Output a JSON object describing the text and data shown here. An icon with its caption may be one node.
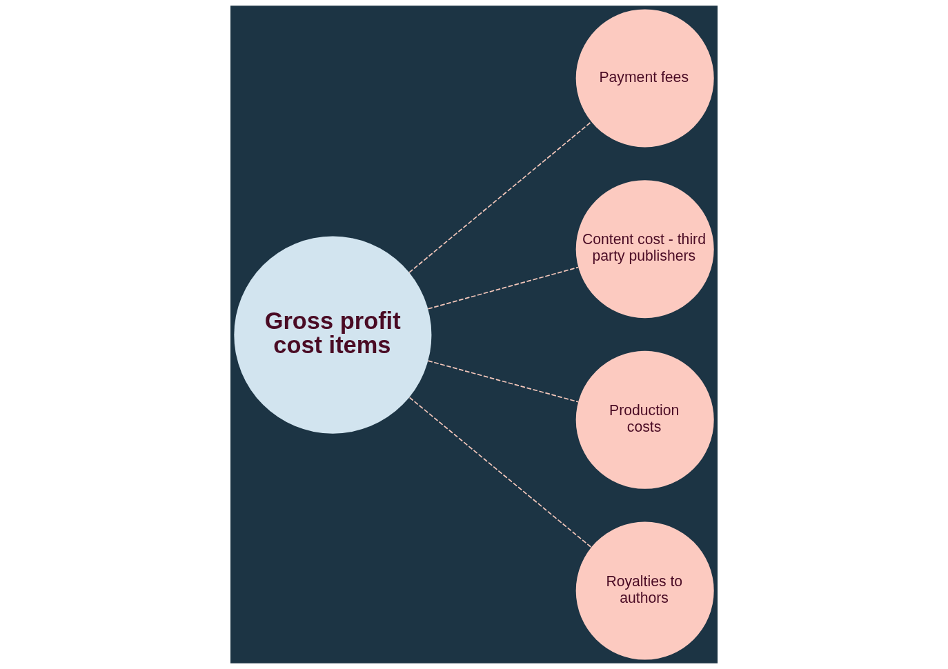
{
  "diagram": {
    "nodes": [
      {
        "text": [
          "Gross profit cost items"
        ]
      },
      {
        "text": [
          "Payment fees"
        ]
      },
      {
        "text": [
          "Content cost - third party publishers"
        ]
      },
      {
        "text": [
          "Production costs"
        ]
      },
      {
        "text": [
          "Royalties to authors"
        ]
      }
    ],
    "edges": [
      {
        "from": 0,
        "to": 1,
        "arrow": "none",
        "style": "dashed"
      },
      {
        "from": 0,
        "to": 2,
        "arrow": "none",
        "style": "dashed"
      },
      {
        "from": 0,
        "to": 3,
        "arrow": "none",
        "style": "dashed"
      },
      {
        "from": 0,
        "to": 4,
        "arrow": "none",
        "style": "dashed"
      }
    ]
  }
}
